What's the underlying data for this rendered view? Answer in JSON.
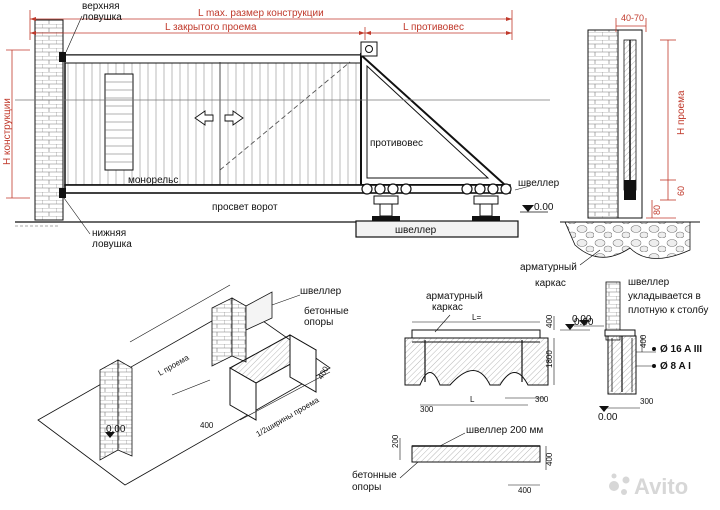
{
  "top": {
    "upper_catcher": "верхняя\nловушка",
    "lower_catcher": "нижняя\nловушка",
    "l_max": "L max. размер конструкции",
    "l_closed": "L закрытого проема",
    "l_counter": "L противовес",
    "h_construction": "H конструкции",
    "counterweight": "противовес",
    "monorail": "монорельс",
    "clearance": "просвет ворот",
    "channel": "швеллер",
    "zero": "0.00",
    "dim_40_70": "40-70",
    "h_opening": "H проема",
    "dim_60": "60",
    "dim_80": "80",
    "channel_right": "швеллер",
    "rebar_frame": "арматурный\nкаркас"
  },
  "bottom_left": {
    "channel": "швеллер",
    "concrete_supports": "бетонные\nопоры",
    "l_opening": "L проема",
    "half_opening": "1/2ширины проема",
    "dim_400a": "400",
    "dim_400b": "400",
    "zero": "0.00"
  },
  "bottom_mid": {
    "rebar_frame": "арматурный\nкаркас",
    "l_eq": "L=",
    "l": "L",
    "dim_400": "400",
    "dim_1800": "1800",
    "dim_300a": "300",
    "dim_300b": "300",
    "zero": "0.00",
    "channel_200": "швеллер 200 мм",
    "dim_200": "200",
    "dim_400b": "400",
    "dim_400c": "400",
    "concrete_supports": "бетонные\nопоры"
  },
  "bottom_right": {
    "channel_note": "швеллер\nукладывается в\nплотную к столбу",
    "rebar_16": "Ø 16 A III",
    "rebar_8": "Ø 8 A I",
    "dim_400": "400",
    "dim_300": "300",
    "zero_a": "0.00",
    "zero_b": "0.00"
  },
  "watermark": "Avito",
  "colors": {
    "dim_red": "#c0392b",
    "line": "#111111",
    "hatch": "#888888"
  }
}
